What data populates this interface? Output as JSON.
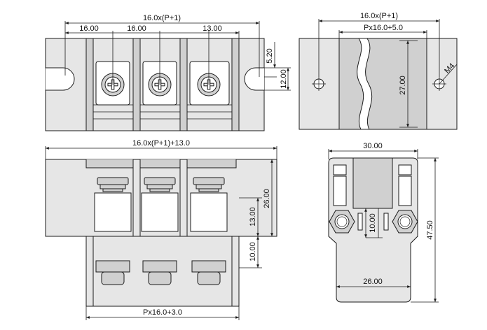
{
  "front_view": {
    "total_width": "16.0x(P+1)",
    "pitch_1": "16.00",
    "pitch_2": "16.00",
    "end_offset": "13.00",
    "slot_offset": "5.20",
    "slot_width": "12.00"
  },
  "side_view": {
    "total_width": "16.0x(P+1)",
    "pitch_length": "Px16.0+5.0",
    "height": "27.00",
    "screw_size": "M4"
  },
  "bottom_view": {
    "total_width": "16.0x(P+1)+13.0",
    "height": "26.00",
    "pin_offset": "13.00",
    "pin_spacing": "10.00",
    "pin_length": "Px16.0+3.0"
  },
  "end_view": {
    "top_width": "30.00",
    "overall_height": "47.50",
    "pin_spacing": "10.00",
    "bottom_width": "26.00"
  }
}
